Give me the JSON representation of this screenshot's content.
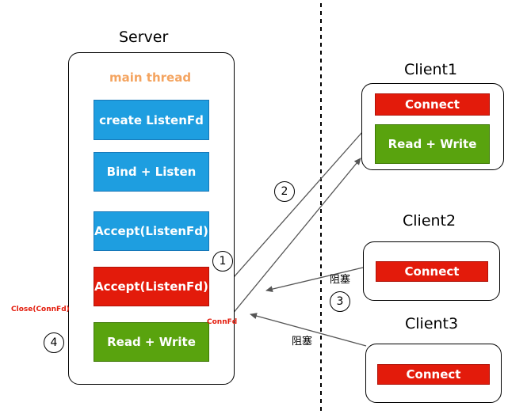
{
  "server": {
    "title": "Server",
    "thread_label": "main thread",
    "steps": [
      {
        "label": "create ListenFd",
        "color": "blue"
      },
      {
        "label": "Bind + Listen",
        "color": "blue"
      },
      {
        "label": "Accept(ListenFd)",
        "color": "blue"
      },
      {
        "label": "Accept(ListenFd)",
        "color": "red"
      },
      {
        "label": "Read + Write",
        "color": "green"
      }
    ],
    "close_label": "Close(ConnFd)",
    "connfd_label": "ConnFd"
  },
  "clients": [
    {
      "title": "Client1",
      "actions": [
        "Connect",
        "Read + Write"
      ]
    },
    {
      "title": "Client2",
      "actions": [
        "Connect"
      ]
    },
    {
      "title": "Client3",
      "actions": [
        "Connect"
      ]
    }
  ],
  "markers": [
    "1",
    "2",
    "3",
    "4"
  ],
  "blocked_labels": [
    "阻塞",
    "阻塞"
  ],
  "colors": {
    "blue": "#1e9ee0",
    "red": "#e31b0b",
    "green": "#59a30e",
    "thread_label": "#f4a460"
  }
}
